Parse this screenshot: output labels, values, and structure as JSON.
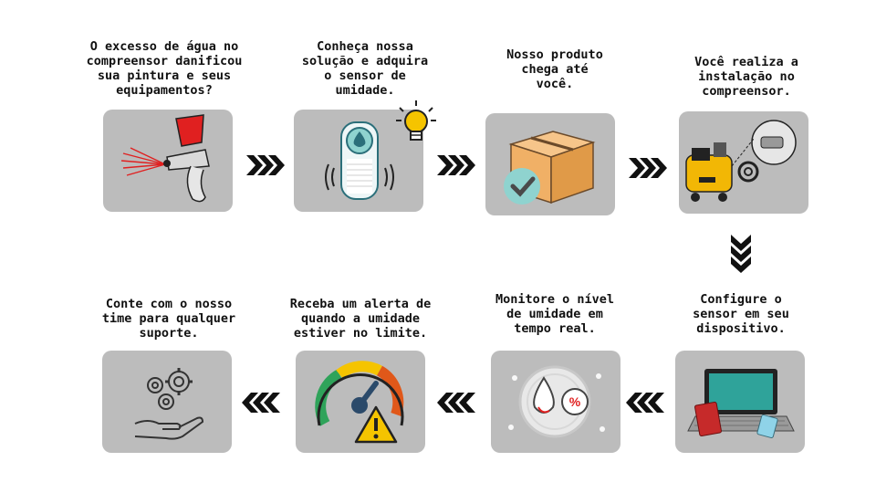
{
  "steps": [
    {
      "caption": "O excesso de água no\ncompreensor danificou\nsua pintura e seus\nequipamentos?",
      "icon": "spray-gun-icon"
    },
    {
      "caption": "Conheça nossa\nsolução e adquira\no sensor de\numidade.",
      "icon": "humidity-sensor-icon"
    },
    {
      "caption": "Nosso produto\nchega até\nvocê.",
      "icon": "package-delivered-icon"
    },
    {
      "caption": "Você realiza a\ninstalação no\ncompreensor.",
      "icon": "compressor-install-icon"
    },
    {
      "caption": "Configure o\nsensor em seu\ndispositivo.",
      "icon": "laptop-icon"
    },
    {
      "caption": "Monitore o nível\nde umidade em\ntempo real.",
      "icon": "humidity-monitor-icon"
    },
    {
      "caption": "Receba um alerta de\nquando a umidade\nestiver no limite.",
      "icon": "gauge-alert-icon"
    },
    {
      "caption": "Conte com o nosso\ntime para qualquer\nsuporte.",
      "icon": "support-hand-gears-icon"
    }
  ],
  "colors": {
    "tile": "#bcbcbc",
    "arrow": "#111111",
    "accent_red": "#e02020",
    "accent_teal": "#8fd3cf",
    "accent_yellow": "#f5c400"
  }
}
